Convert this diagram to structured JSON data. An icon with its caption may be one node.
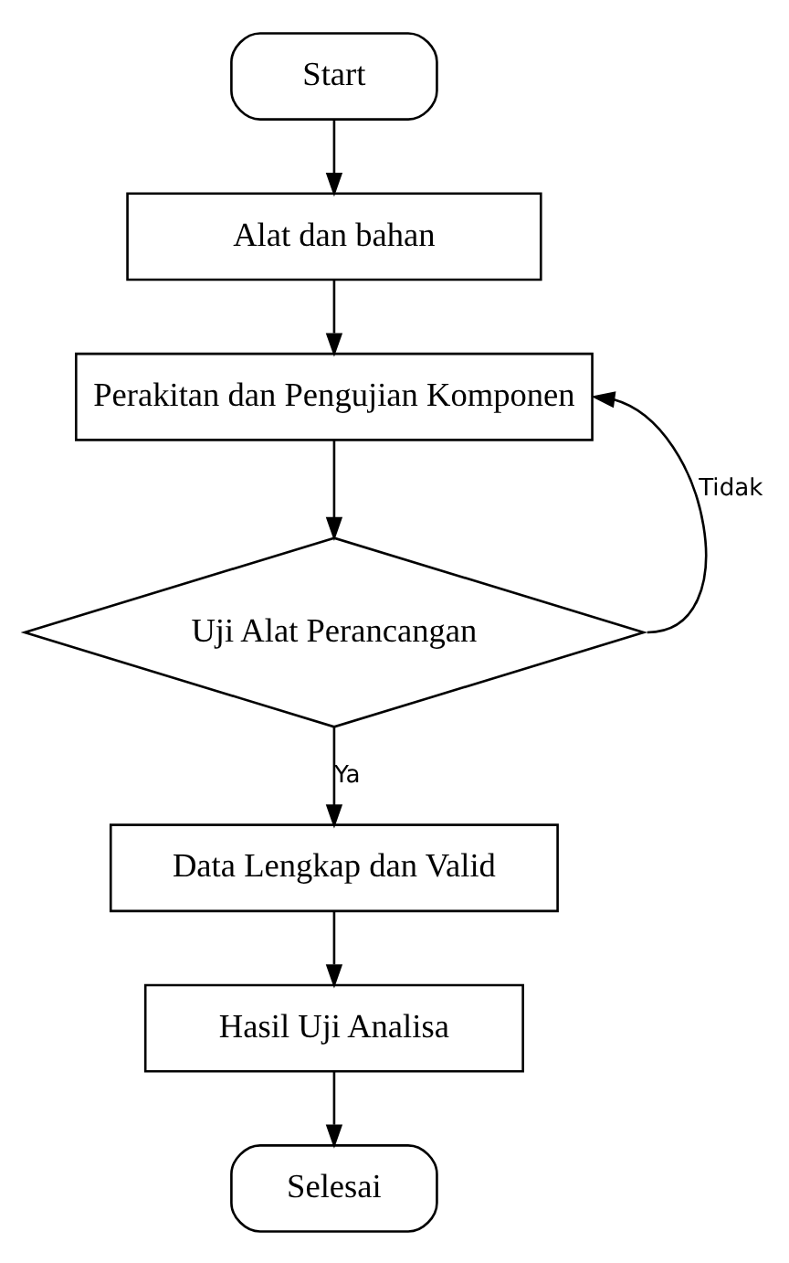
{
  "diagram": {
    "nodes": [
      {
        "text": [
          "Start"
        ]
      },
      {
        "text": [
          "Alat dan bahan"
        ]
      },
      {
        "text": [
          "Perakitan dan Pengujian Komponen"
        ]
      },
      {
        "text": [
          "Uji Alat Perancangan"
        ]
      },
      {
        "text": [
          "Data Lengkap dan Valid"
        ]
      },
      {
        "text": [
          "Hasil Uji Analisa"
        ]
      },
      {
        "text": [
          "Selesai"
        ]
      }
    ],
    "edges": [
      {
        "from": 0,
        "to": 1,
        "arrow": "to"
      },
      {
        "from": 1,
        "to": 2,
        "arrow": "to"
      },
      {
        "from": 2,
        "to": 3,
        "arrow": "to"
      },
      {
        "from": 3,
        "to": 2,
        "arrow": "to",
        "label": "Tidak"
      },
      {
        "from": 3,
        "to": 4,
        "arrow": "to",
        "label": "Ya"
      },
      {
        "from": 4,
        "to": 5,
        "arrow": "to"
      },
      {
        "from": 5,
        "to": 6,
        "arrow": "to"
      }
    ]
  }
}
